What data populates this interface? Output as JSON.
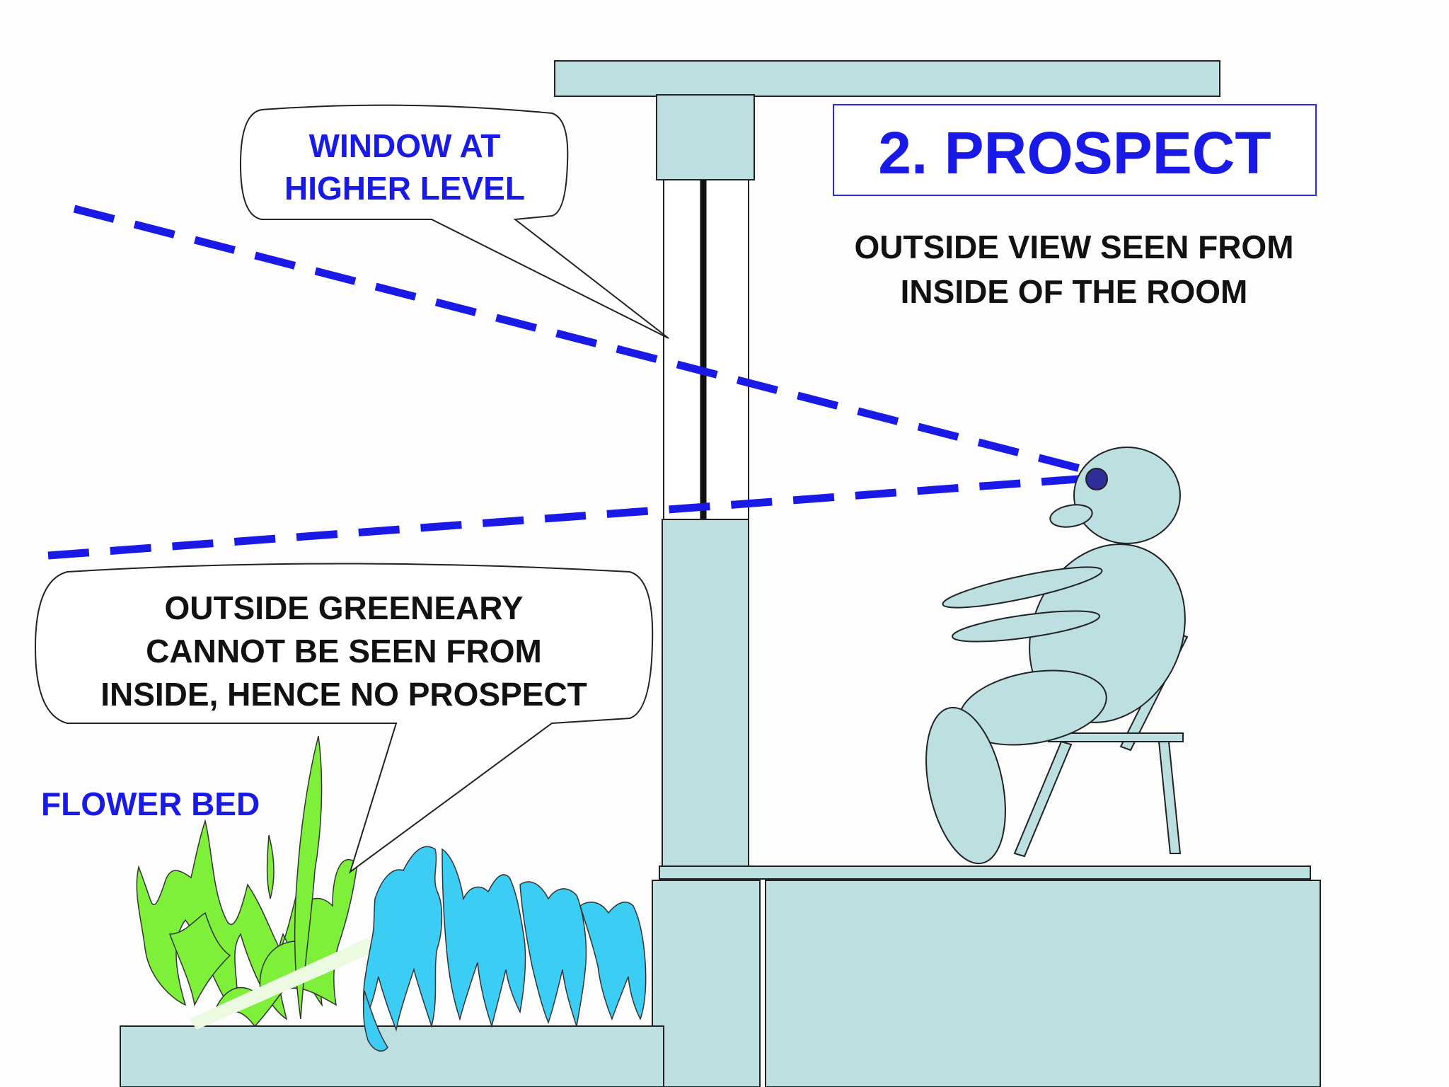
{
  "title": "2. PROSPECT",
  "subtitle_lines": [
    "OUTSIDE VIEW SEEN FROM",
    "INSIDE OF THE ROOM"
  ],
  "window_callout_lines": [
    "WINDOW AT",
    "HIGHER LEVEL"
  ],
  "greenery_callout_lines": [
    "OUTSIDE GREENEARY",
    "CANNOT BE SEEN FROM",
    "INSIDE, HENCE NO PROSPECT"
  ],
  "flower_bed_label": "FLOWER BED",
  "colors": {
    "structure": "#bcdfe1",
    "sightline": "#1a1ae6",
    "label_blue": "#1a1ae6",
    "plant_green": "#7ef03a",
    "plant_blue": "#3ccdf5",
    "eye": "#2e2e9a"
  }
}
